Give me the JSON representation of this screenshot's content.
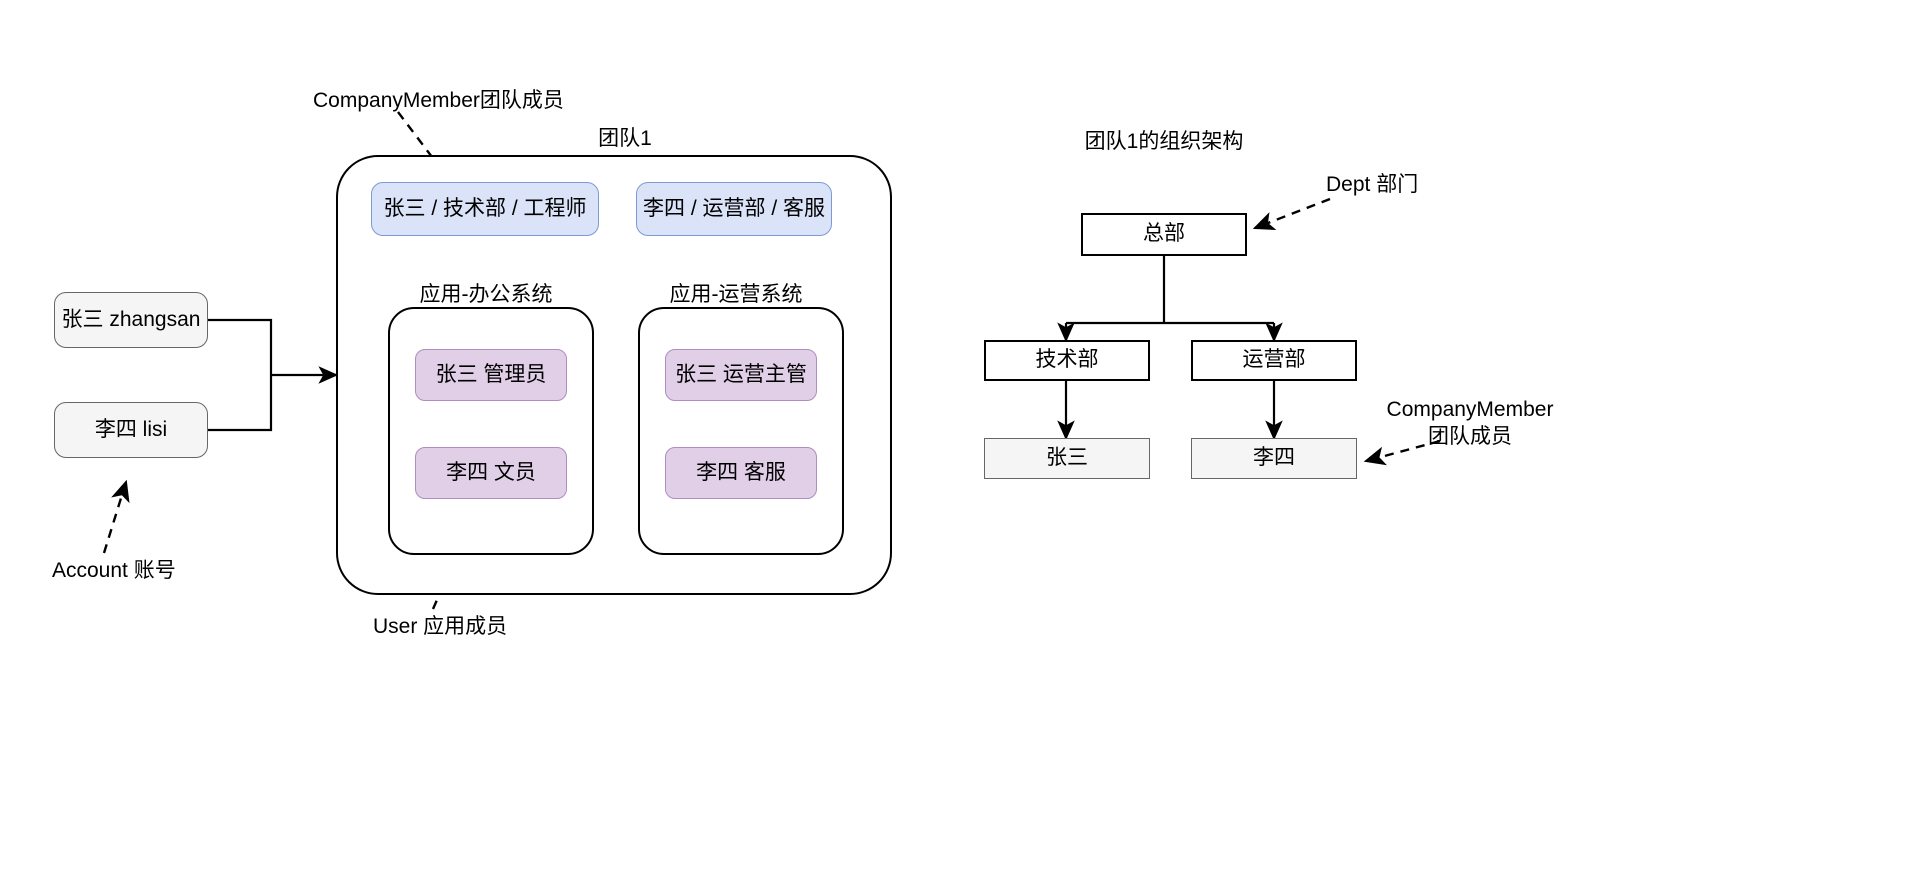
{
  "diagram": {
    "title_left": "团队1",
    "title_right": "团队1的组织架构"
  },
  "annotations": {
    "company_member_top": "CompanyMember团队成员",
    "account": "Account 账号",
    "user": "User 应用成员",
    "dept": "Dept 部门",
    "company_member_right_line1": "CompanyMember",
    "company_member_right_line2": "团队成员"
  },
  "accounts": [
    {
      "label": "张三 zhangsan"
    },
    {
      "label": "李四 lisi"
    }
  ],
  "team": {
    "name": "团队1",
    "members": [
      {
        "label": "张三  / 技术部 / 工程师"
      },
      {
        "label": "李四 / 运营部 / 客服"
      }
    ],
    "apps": [
      {
        "name": "应用-办公系统",
        "users": [
          {
            "label": "张三 管理员"
          },
          {
            "label": "李四 文员"
          }
        ]
      },
      {
        "name": "应用-运营系统",
        "users": [
          {
            "label": "张三 运营主管"
          },
          {
            "label": "李四 客服"
          }
        ]
      }
    ]
  },
  "org_chart": {
    "title": "团队1的组织架构",
    "root": {
      "label": "总部"
    },
    "departments": [
      {
        "label": "技术部",
        "member": {
          "label": "张三"
        }
      },
      {
        "label": "运营部",
        "member": {
          "label": "李四"
        }
      }
    ]
  },
  "colors": {
    "member_chip_fill": "#dae3f7",
    "member_chip_stroke": "#7b9bd4",
    "user_chip_fill": "#e1cfe7",
    "user_chip_stroke": "#b08cc0",
    "account_fill": "#f5f5f5",
    "account_stroke": "#666666",
    "line": "#000000",
    "background": "#ffffff"
  }
}
